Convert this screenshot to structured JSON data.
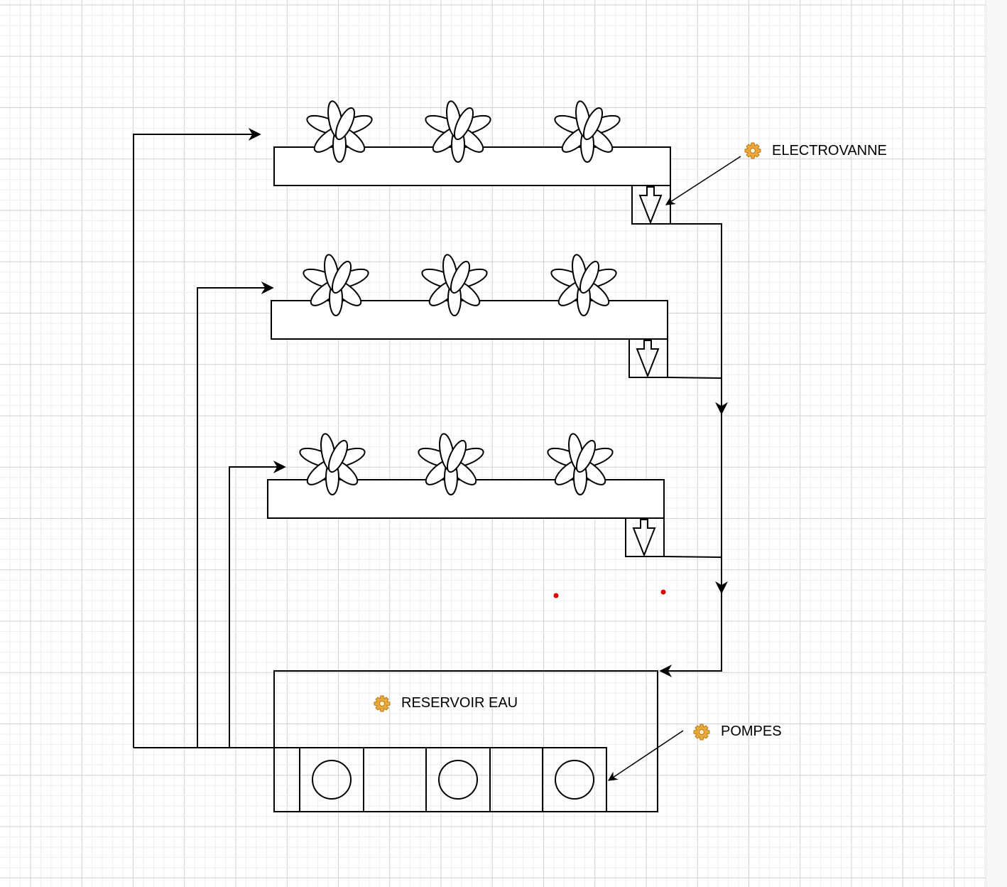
{
  "labels": {
    "electrovanne": "ELECTROVANNE",
    "reservoir": "RESERVOIR EAU",
    "pompes": "POMPES"
  },
  "icons": {
    "label_icon": "gear-icon"
  },
  "colors": {
    "stroke": "#000000",
    "gear": "#e8a93a",
    "dot": "#e00000",
    "grid": "#d0d0d0"
  }
}
